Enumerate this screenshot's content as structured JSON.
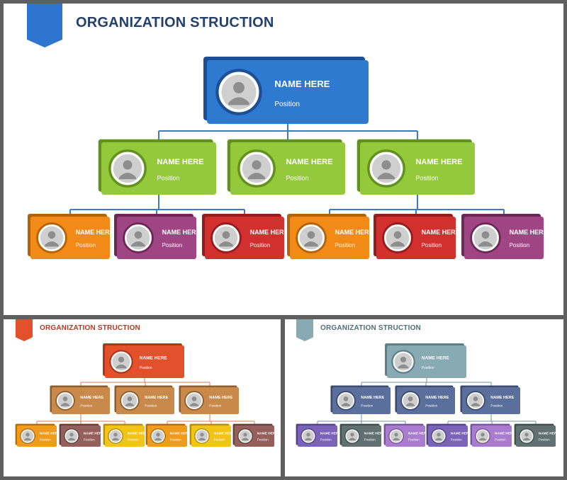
{
  "slides": [
    {
      "id": "main",
      "title": "ORGANIZATION STRUCTION",
      "title_color": "#24406e",
      "ribbon_color": "#2e75cf",
      "connector_color": "#3f78c9",
      "levels": {
        "top": {
          "name": "NAME HERE",
          "position": "Position",
          "color": "#2e7ad1",
          "shadow": "#1c4f93"
        },
        "middle": [
          {
            "name": "NAME HERE",
            "position": "Position",
            "color": "#93c93a",
            "shadow": "#62921d"
          },
          {
            "name": "NAME HERE",
            "position": "Position",
            "color": "#93c93a",
            "shadow": "#62921d"
          },
          {
            "name": "NAME HERE",
            "position": "Position",
            "color": "#93c93a",
            "shadow": "#62921d"
          }
        ],
        "bottom": [
          {
            "name": "NAME HERE",
            "position": "Position",
            "color": "#f28a18",
            "shadow": "#b46207",
            "parent": 0
          },
          {
            "name": "NAME HERE",
            "position": "Position",
            "color": "#a04583",
            "shadow": "#6c2958",
            "parent": 0
          },
          {
            "name": "NAME HERE",
            "position": "Position",
            "color": "#d1302f",
            "shadow": "#951d1d",
            "parent": 0
          },
          {
            "name": "NAME HERE",
            "position": "Position",
            "color": "#f28a18",
            "shadow": "#b46207",
            "parent": 2
          },
          {
            "name": "NAME HERE",
            "position": "Position",
            "color": "#d1302f",
            "shadow": "#951d1d",
            "parent": 2
          },
          {
            "name": "NAME HERE",
            "position": "Position",
            "color": "#a04583",
            "shadow": "#6c2958",
            "parent": 2
          }
        ]
      }
    },
    {
      "id": "orange",
      "title": "ORGANIZATION STRUCTION",
      "title_color": "#b23a22",
      "ribbon_color": "#e2512b",
      "connector_color": "#d97a4d",
      "levels": {
        "top": {
          "name": "NAME HERE",
          "position": "Position",
          "color": "#e2512b",
          "shadow": "#a9391a"
        },
        "middle": [
          {
            "name": "NAME HERE",
            "position": "Position",
            "color": "#c8894a",
            "shadow": "#8d5d2d"
          },
          {
            "name": "NAME HERE",
            "position": "Position",
            "color": "#c8894a",
            "shadow": "#8d5d2d"
          },
          {
            "name": "NAME HERE",
            "position": "Position",
            "color": "#c8894a",
            "shadow": "#8d5d2d"
          }
        ],
        "bottom": [
          {
            "name": "NAME HERE",
            "position": "Position",
            "color": "#f19b1d",
            "shadow": "#b36e0b",
            "parent": 0
          },
          {
            "name": "NAME HERE",
            "position": "Position",
            "color": "#95605c",
            "shadow": "#64403c",
            "parent": 0
          },
          {
            "name": "NAME HERE",
            "position": "Position",
            "color": "#f2c417",
            "shadow": "#b58f08",
            "parent": 0
          },
          {
            "name": "NAME HERE",
            "position": "Position",
            "color": "#f19b1d",
            "shadow": "#b36e0b",
            "parent": 2
          },
          {
            "name": "NAME HERE",
            "position": "Position",
            "color": "#f2c417",
            "shadow": "#b58f08",
            "parent": 2
          },
          {
            "name": "NAME HERE",
            "position": "Position",
            "color": "#95605c",
            "shadow": "#64403c",
            "parent": 2
          }
        ]
      }
    },
    {
      "id": "blue",
      "title": "ORGANIZATION STRUCTION",
      "title_color": "#4e6e79",
      "ribbon_color": "#88aab3",
      "connector_color": "#6f93a0",
      "levels": {
        "top": {
          "name": "NAME HERE",
          "position": "Position",
          "color": "#88aab3",
          "shadow": "#5e7e88"
        },
        "middle": [
          {
            "name": "NAME HERE",
            "position": "Position",
            "color": "#5a6f9c",
            "shadow": "#3b4b6d"
          },
          {
            "name": "NAME HERE",
            "position": "Position",
            "color": "#5a6f9c",
            "shadow": "#3b4b6d"
          },
          {
            "name": "NAME HERE",
            "position": "Position",
            "color": "#5a6f9c",
            "shadow": "#3b4b6d"
          }
        ],
        "bottom": [
          {
            "name": "NAME HERE",
            "position": "Position",
            "color": "#7a63b8",
            "shadow": "#534285",
            "parent": 0
          },
          {
            "name": "NAME HERE",
            "position": "Position",
            "color": "#617172",
            "shadow": "#404c4d",
            "parent": 0
          },
          {
            "name": "NAME HERE",
            "position": "Position",
            "color": "#a97ccf",
            "shadow": "#78549a",
            "parent": 0
          },
          {
            "name": "NAME HERE",
            "position": "Position",
            "color": "#7a63b8",
            "shadow": "#534285",
            "parent": 2
          },
          {
            "name": "NAME HERE",
            "position": "Position",
            "color": "#a97ccf",
            "shadow": "#78549a",
            "parent": 2
          },
          {
            "name": "NAME HERE",
            "position": "Position",
            "color": "#617172",
            "shadow": "#404c4d",
            "parent": 2
          }
        ]
      }
    }
  ]
}
